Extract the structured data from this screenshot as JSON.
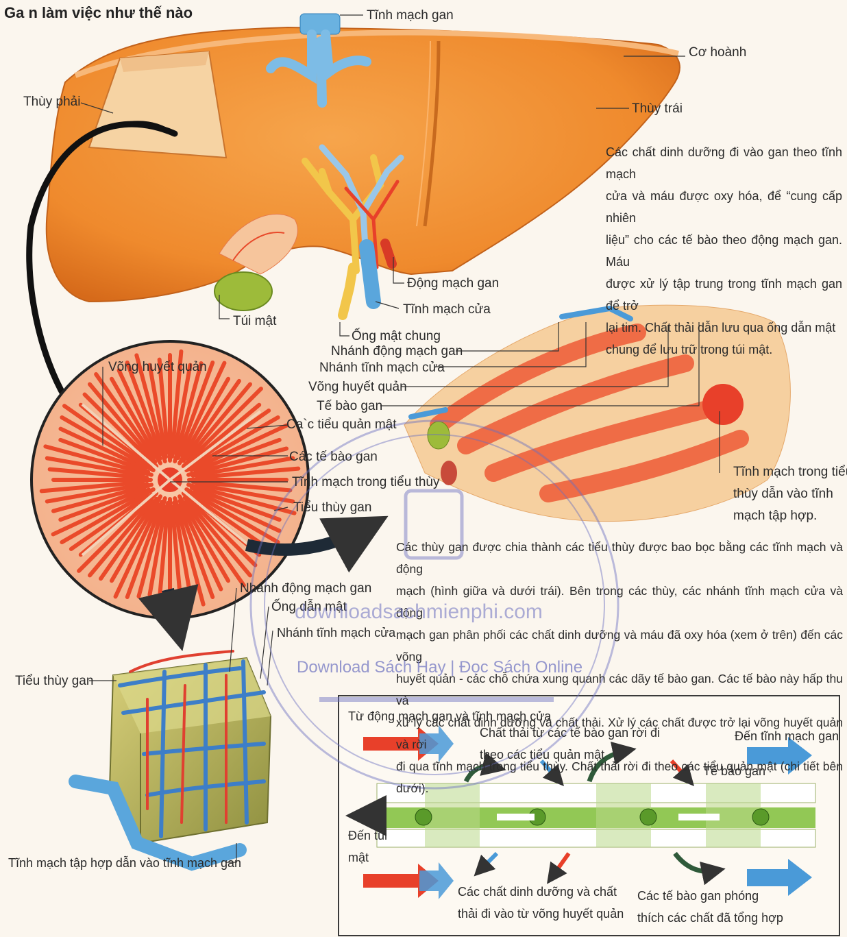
{
  "title": "Ga n làm việc như thế nào",
  "labels": {
    "tinh_mach_gan": "Tĩnh mạch gan",
    "co_hoanh": "Cơ hoành",
    "thuy_phai": "Thùy phải",
    "thuy_trai": "Thùy trái",
    "dong_mach_gan": "Động mạch gan",
    "tinh_mach_cua": "Tĩnh mạch cửa",
    "tui_mat": "Túi mật",
    "ong_mat_chung": "Ống mật chung",
    "nhanh_dong_mach_gan": "Nhánh động mạch gan",
    "nhanh_tinh_mach_cua": "Nhánh tĩnh mạch cửa",
    "vong_huyet_quan": "Võng huyết quản",
    "te_bao_gan": "Tế bào gan",
    "vong_huyet_quan_circle": "Võng huyết quản",
    "cac_tieu_quan_mat": "Ca`c tiểu quản mật",
    "cac_te_bao_gan": "Các tế bào gan",
    "tinh_mach_trong_tieu_thuy": "Tĩnh mạch trong tiểu thùy",
    "tieu_thuy_gan": "Tiểu thùy gan",
    "tinh_mach_tieu_thuy_note_1": "Tĩnh mạch trong tiểu",
    "tinh_mach_tieu_thuy_note_2": "thùy dẫn vào tĩnh",
    "tinh_mach_tieu_thuy_note_3": "mạch tập hợp.",
    "nhanh_dong_mach_gan_2": "Nhánh động mạch gan",
    "ong_dan_mat": "Ống dẫn mật",
    "nhanh_tinh_mach_cua_2": "Nhánh tĩnh mạch cửa",
    "tieu_thuy_gan_2": "Tiểu thùy gan",
    "tinh_mach_tap_hop": "Tĩnh mạch tập hợp dẫn vào tĩnh mạch gan"
  },
  "paragraphs": {
    "p1": [
      "Các chất dinh dưỡng đi vào gan theo tĩnh mạch",
      "cửa và máu được oxy hóa, để “cung cấp nhiên",
      "liệu” cho các tế bào theo động mạch gan. Máu",
      "được xử lý tập trung trong tĩnh mạch gan để trở",
      "lại tim. Chất thải dẫn lưu qua ống dẫn mật",
      "chung để lưu trữ trong túi mật."
    ],
    "p2": [
      "Các thùy gan được chia thành các tiểu thùy được bao bọc bằng các tĩnh mạch và động",
      "mạch (hình giữa và dưới trái). Bên trong các thùy, các nhánh tĩnh mạch cửa và động",
      "mạch gan phân phối các chất dinh dưỡng và máu đã oxy hóa (xem ở trên) đến các võng",
      "huyết quản - các chỗ chứa xung quanh các dãy tế bào gan. Các tế bào này hấp thu và",
      "xử lý các chất dinh dưỡng và chất thải. Xử lý các chất được trở lại võng huyết quản và rời",
      "đi qua tĩnh mạch trong tiểu thùy. Chất thải rời đi theo các tiểu quản mật (chi tiết bên dưới)."
    ]
  },
  "flow": {
    "tu_dong_mach": "Từ động mạch gan và tĩnh mạch cửa",
    "chat_thai_1": "Chất thải từ các tế bào gan rời đi",
    "chat_thai_2": "theo các tiểu quản mật",
    "den_tinh_mach_gan": "Đến tĩnh mạch gan",
    "te_bao_gan": "Tế bào gan",
    "den_tui_mat_1": "Đến túi",
    "den_tui_mat_2": "mật",
    "cac_chat_1": "Các chất dinh dưỡng và chất",
    "cac_chat_2": "thải đi vào từ võng huyết quản",
    "phong_thich_1": "Các tế bào gan phóng",
    "phong_thich_2": "thích các chất đã tổng hợp"
  },
  "watermark": {
    "site": "downloadsachmienphi.com",
    "tagline": "Download Sách Hay | Đọc Sách Online"
  },
  "colors": {
    "liver": "#f08a2c",
    "blood_red": "#e8402a",
    "vein_blue": "#4a9ad8",
    "bile_yellow": "#f2c64a",
    "gallbladder": "#9dbb3a",
    "watermark": "#6a6fc0"
  }
}
